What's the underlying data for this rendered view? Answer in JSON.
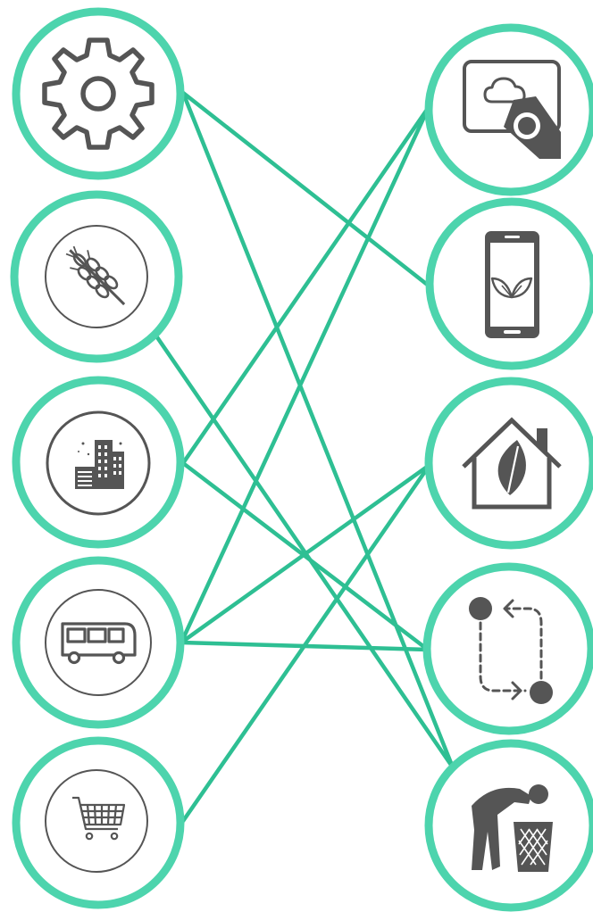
{
  "colors": {
    "ring": "#4dd4ad",
    "connector": "#2ebf93",
    "icon": "#555555",
    "icon_light": "#ffffff",
    "background": "#ffffff"
  },
  "left_nodes": [
    {
      "id": "settings",
      "icon": "gear-icon"
    },
    {
      "id": "agriculture",
      "icon": "wheat-icon"
    },
    {
      "id": "city",
      "icon": "smart-city-icon"
    },
    {
      "id": "transport",
      "icon": "bus-icon"
    },
    {
      "id": "retail",
      "icon": "shopping-cart-icon"
    }
  ],
  "right_nodes": [
    {
      "id": "cloud-device",
      "icon": "cloud-tag-icon"
    },
    {
      "id": "eco-phone",
      "icon": "eco-phone-icon"
    },
    {
      "id": "green-home",
      "icon": "eco-house-icon"
    },
    {
      "id": "workflow",
      "icon": "workflow-icon"
    },
    {
      "id": "waste",
      "icon": "recycling-person-icon"
    }
  ],
  "connections": [
    {
      "from": "settings",
      "to": "eco-phone"
    },
    {
      "from": "settings",
      "to": "waste"
    },
    {
      "from": "agriculture",
      "to": "waste"
    },
    {
      "from": "city",
      "to": "cloud-device"
    },
    {
      "from": "city",
      "to": "workflow"
    },
    {
      "from": "transport",
      "to": "cloud-device"
    },
    {
      "from": "transport",
      "to": "green-home"
    },
    {
      "from": "transport",
      "to": "workflow"
    },
    {
      "from": "retail",
      "to": "green-home"
    }
  ]
}
